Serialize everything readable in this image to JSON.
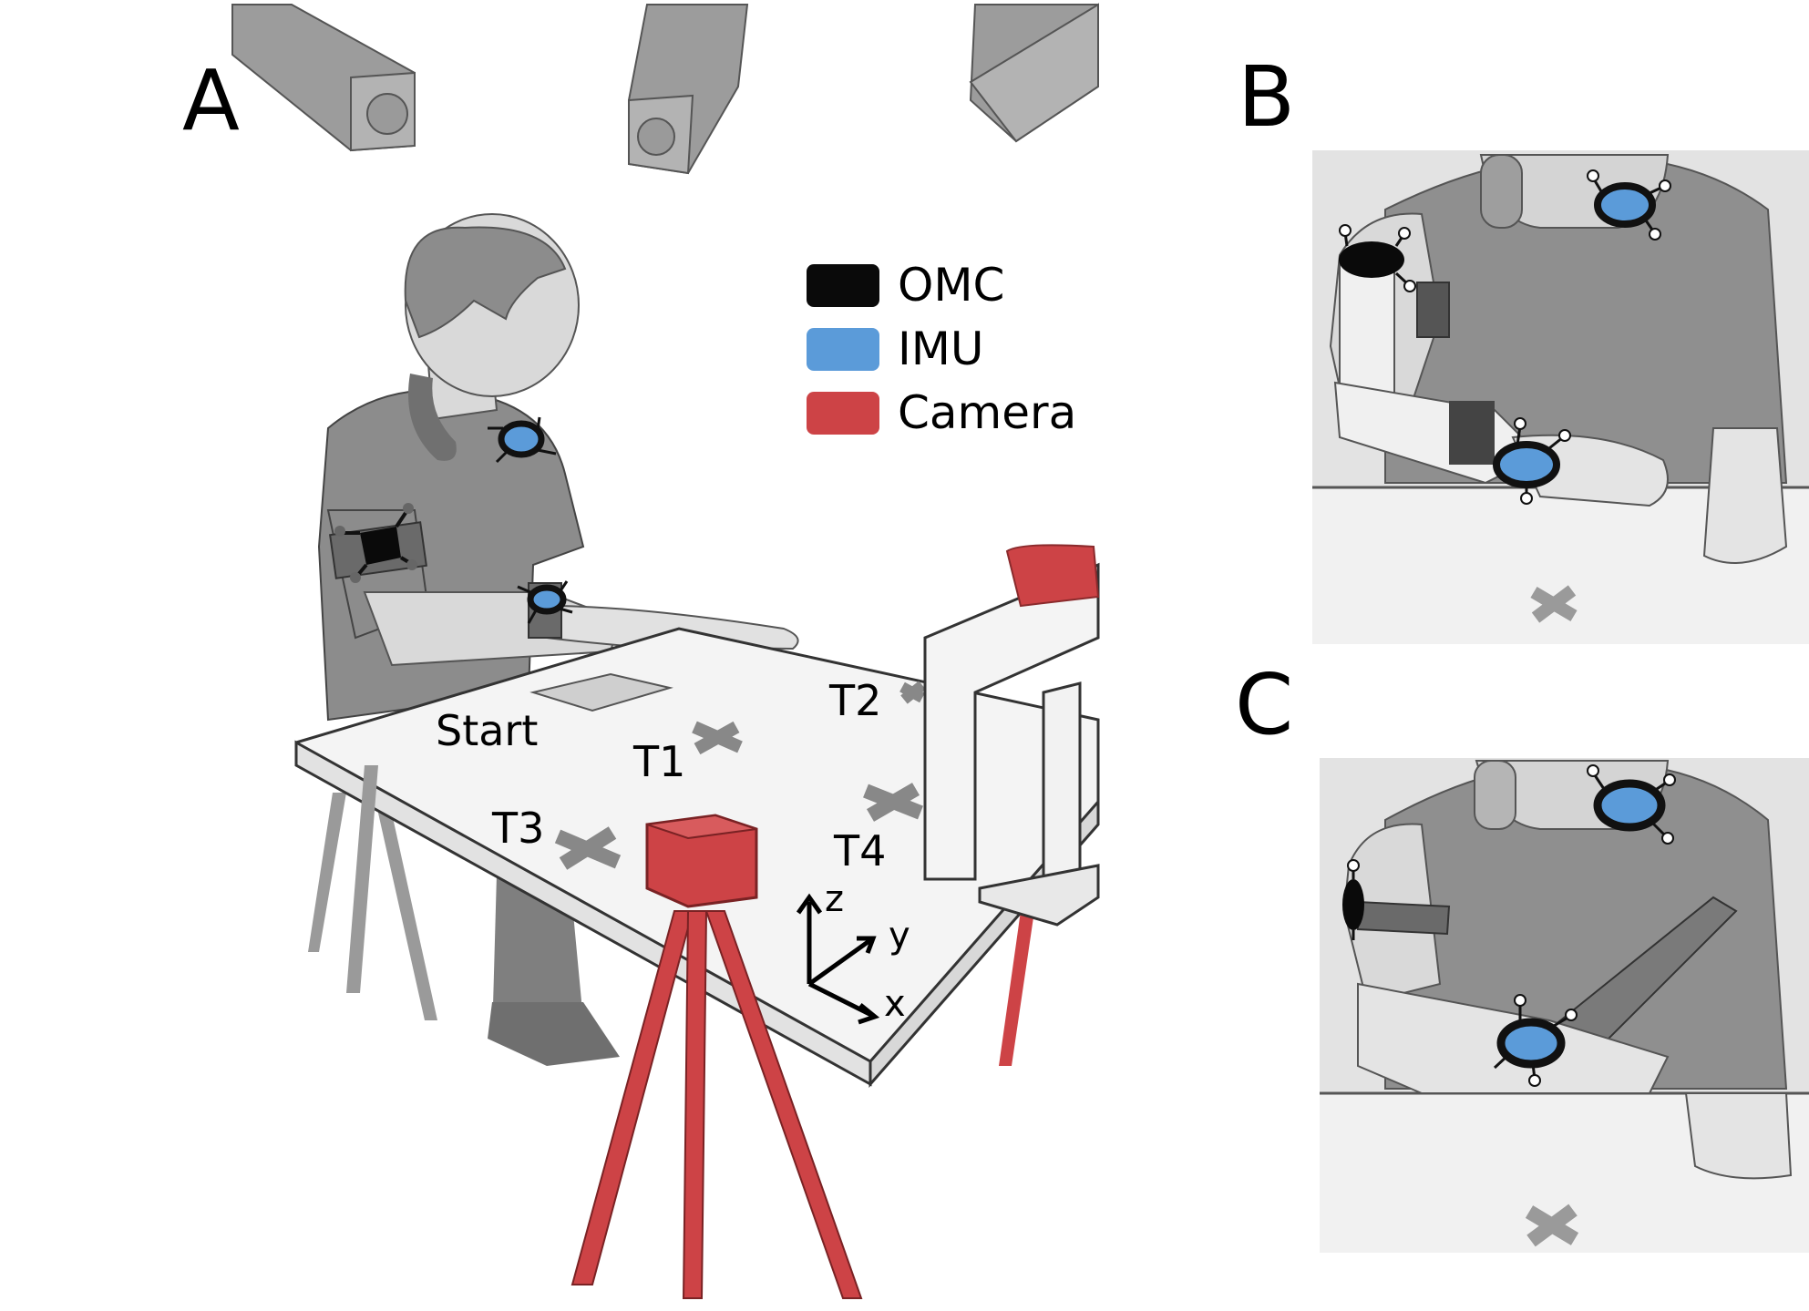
{
  "panels": {
    "a": "A",
    "b": "B",
    "c": "C"
  },
  "legend": [
    {
      "label": "OMC",
      "color": "#0a0a0a"
    },
    {
      "label": "IMU",
      "color": "#5b9bd9"
    },
    {
      "label": "Camera",
      "color": "#cd4346"
    }
  ],
  "targets": {
    "start": "Start",
    "t1": "T1",
    "t2": "T2",
    "t3": "T3",
    "t4": "T4"
  },
  "axes": {
    "x": "x",
    "y": "y",
    "z": "z"
  },
  "colors": {
    "omc": "#0a0a0a",
    "imu": "#5b9bd9",
    "camera": "#cd4346",
    "figure_gray": "#8c8c8c",
    "table_top": "#f4f4f4"
  }
}
